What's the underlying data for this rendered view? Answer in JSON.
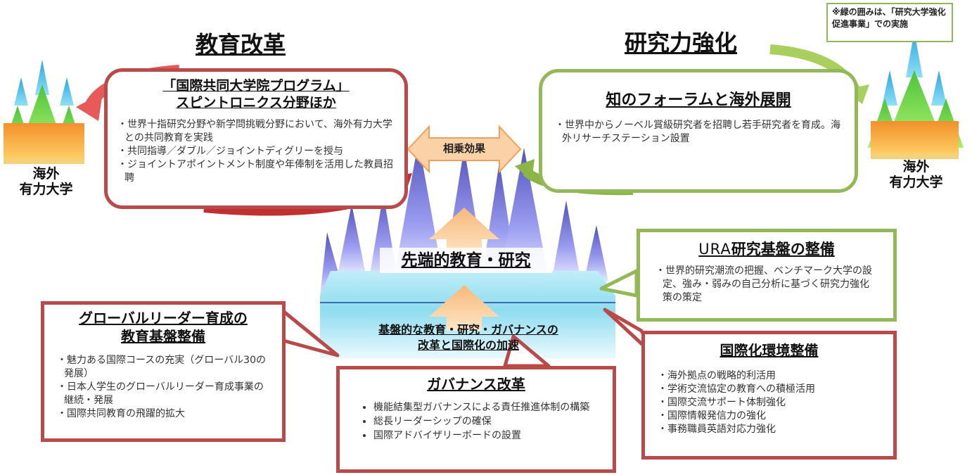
{
  "top_note": "※緑の囲みは、「研究大学強化促進事業」での実施",
  "education_reform": {
    "title": "教育改革",
    "program_title_line1": "「国際共同大学院プログラム」",
    "program_title_line2": "スピントロニクス分野ほか",
    "items": [
      "世界十指研究分野や新学問挑戦分野において、海外有力大学との共同教育を実践",
      "共同指導／ダブル／ジョイントディグリーを授与",
      "ジョイントアポイントメント制度や年俸制を活用した教員招聘"
    ]
  },
  "research_strengthening": {
    "title": "研究力強化",
    "forum_title": "知のフォーラムと海外展開",
    "items": [
      "世界中からノーベル賞級研究者を招聘し若手研究者を育成。海外リサーチステーション設置"
    ]
  },
  "synergy": "相乗効果",
  "overseas_left": {
    "line1": "海外",
    "line2": "有力大学"
  },
  "overseas_right": {
    "line1": "海外",
    "line2": "有力大学"
  },
  "advanced": "先端的教育・研究",
  "foundation_line1": "基盤的な教育・研究・ガバナンスの",
  "foundation_line2": "改革と国際化の加速",
  "ura": {
    "title_prefix": "URA",
    "title_rest": "研究基盤の整備",
    "items": [
      "世界的研究潮流の把握、ベンチマーク大学の設定、強み・弱みの自己分析に基づく研究力強化策の策定"
    ]
  },
  "global_leader": {
    "title_line1": "グローバルリーダー育成の",
    "title_line2": "教育基盤整備",
    "items": [
      "魅力ある国際コースの充実（グローバル30の発展）",
      "日本人学生のグローバルリーダー育成事業の継続・発展",
      "国際共同教育の飛躍的拡大"
    ]
  },
  "governance": {
    "title": "ガバナンス改革",
    "items": [
      "機能結集型ガバナンスによる責任推進体制の構築",
      "総長リーダーシップの確保",
      "国際アドバイザリーボードの設置"
    ]
  },
  "internationalization": {
    "title": "国際化環境整備",
    "items": [
      "海外拠点の戦略的利活用",
      "学術交流協定の教育への積極活用",
      "国際交流サポート体制強化",
      "国際情報発信力の強化",
      "事務職員英語対応力強化"
    ]
  },
  "colors": {
    "red_frame": "#b94a4a",
    "green_frame": "#92b857",
    "arrow_orange": "#f5a45a",
    "mountain_purple": "#7d7ed9",
    "base_cyan": "#9fe3f2"
  }
}
